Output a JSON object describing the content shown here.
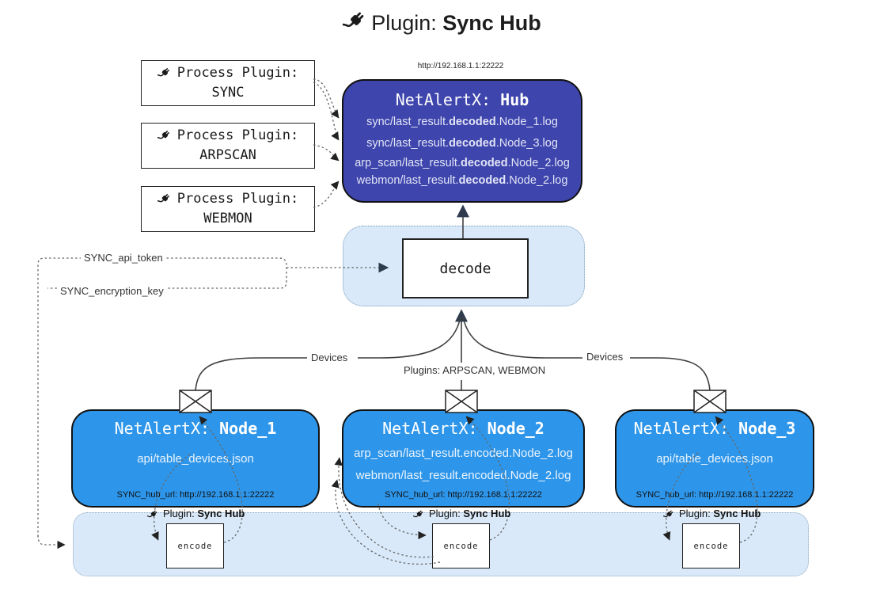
{
  "header": {
    "prefix": "Plugin:",
    "name": "Sync Hub",
    "icon": "plug-icon"
  },
  "process_plugins": [
    {
      "label": "Process Plugin:",
      "name": "SYNC"
    },
    {
      "label": "Process Plugin:",
      "name": "ARPSCAN"
    },
    {
      "label": "Process Plugin:",
      "name": "WEBMON"
    }
  ],
  "hub": {
    "url": "http://192.168.1.1:22222",
    "title_prefix": "NetAlertX: ",
    "title_name": "Hub",
    "logs": [
      {
        "pre": "sync/last_result.",
        "bold": "decoded",
        "post": ".Node_1.log"
      },
      {
        "pre": "sync/last_result.",
        "bold": "decoded",
        "post": ".Node_3.log"
      },
      {
        "pre": "arp_scan/last_result.",
        "bold": "decoded",
        "post": ".Node_2.log"
      },
      {
        "pre": "webmon/last_result.",
        "bold": "decoded",
        "post": ".Node_2.log"
      }
    ]
  },
  "decode": {
    "label": "decode"
  },
  "config": {
    "api_token": "SYNC_api_token",
    "encryption_key": "SYNC_encryption_key"
  },
  "edge_labels": {
    "devices_left": "Devices",
    "plugins_center": "Plugins: ARPSCAN, WEBMON",
    "devices_right": "Devices"
  },
  "nodes": [
    {
      "title_prefix": "NetAlertX: ",
      "title_name": "Node_1",
      "files": [
        "api/table_devices.json"
      ],
      "hub_url": "SYNC_hub_url: http://192.168.1.1:22222"
    },
    {
      "title_prefix": "NetAlertX: ",
      "title_name": "Node_2",
      "files": [
        "arp_scan/last_result.encoded.Node_2.log",
        "webmon/last_result.encoded.Node_2.log"
      ],
      "hub_url": "SYNC_hub_url: http://192.168.1.1:22222"
    },
    {
      "title_prefix": "NetAlertX: ",
      "title_name": "Node_3",
      "files": [
        "api/table_devices.json"
      ],
      "hub_url": "SYNC_hub_url: http://192.168.1.1:22222"
    }
  ],
  "encoders": [
    {
      "plugin_prefix": "Plugin:",
      "plugin_name": "Sync Hub",
      "box_label": "encode"
    },
    {
      "plugin_prefix": "Plugin:",
      "plugin_name": "Sync Hub",
      "box_label": "encode"
    },
    {
      "plugin_prefix": "Plugin:",
      "plugin_name": "Sync Hub",
      "box_label": "encode"
    }
  ],
  "colors": {
    "hub_fill": "#3e45ac",
    "node_fill": "#2e96ea",
    "panel_fill": "#d9e9f9",
    "arrowhead_dark": "#2e3b4e",
    "line": "#3f3f3f"
  }
}
